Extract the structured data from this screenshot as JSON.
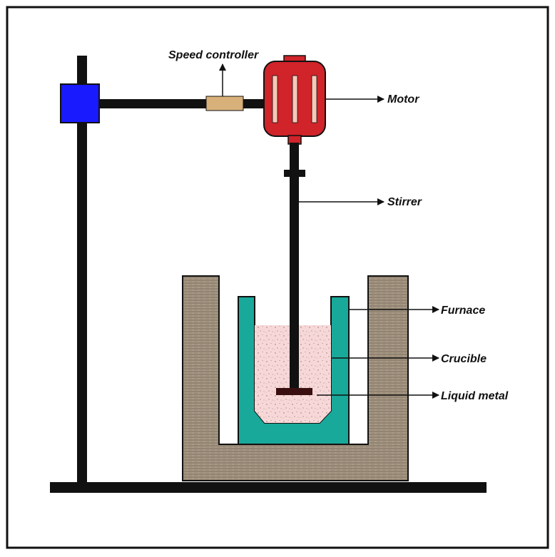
{
  "labels": {
    "speed_controller": "Speed controller",
    "motor": "Motor",
    "stirrer": "Stirrer",
    "furnace": "Furnace",
    "crucible": "Crucible",
    "liquid_metal": "Liquid metal"
  },
  "colors": {
    "frame": "#111111",
    "stand": "#111111",
    "clamp": "#1a1aff",
    "controller": "#d8b07a",
    "motor": "#d0232a",
    "motor_fins": "#f7c7b8",
    "shaft": "#111111",
    "impeller": "#3a0f0f",
    "furnace": "#a99b86",
    "crucible": "#19a99a",
    "liquid_metal": "#f7d8d8"
  }
}
